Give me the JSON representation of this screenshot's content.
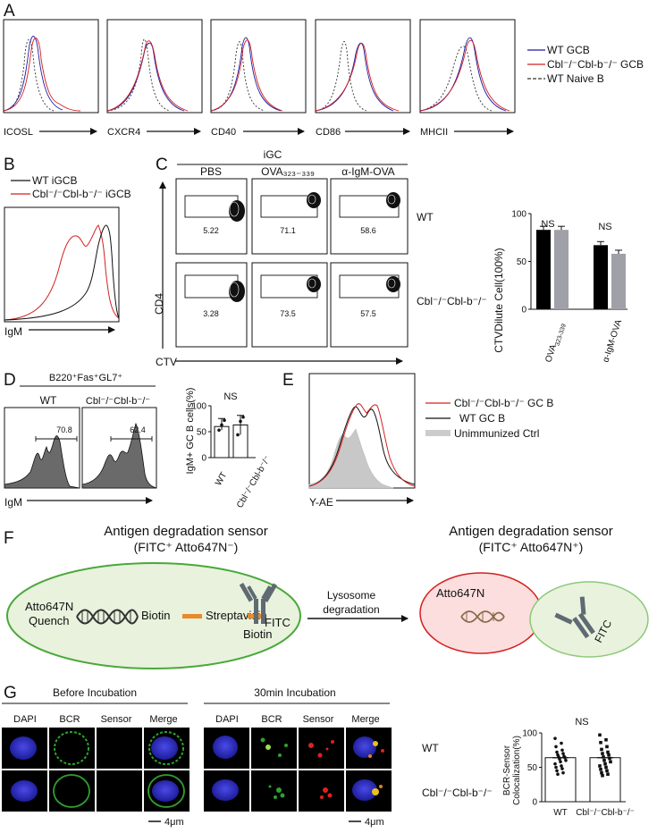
{
  "panel_labels": [
    "A",
    "B",
    "C",
    "D",
    "E",
    "F",
    "G"
  ],
  "panelA": {
    "markers": [
      "ICOSL",
      "CXCR4",
      "CD40",
      "CD86",
      "MHCII"
    ],
    "legend": [
      {
        "label": "WT GCB",
        "color": "#1a1aa6",
        "style": "solid"
      },
      {
        "label": "Cbl⁻/⁻Cbl-b⁻/⁻ GCB",
        "color": "#d42020",
        "style": "solid"
      },
      {
        "label": "WT Naive B",
        "color": "#333333",
        "style": "dashed"
      }
    ]
  },
  "panelB": {
    "legend": [
      {
        "label": "WT iGCB",
        "color": "#111111"
      },
      {
        "label": "Cbl⁻/⁻Cbl-b⁻/⁻ iGCB",
        "color": "#d42020"
      }
    ],
    "xlabel": "IgM"
  },
  "panelC": {
    "group_header": "iGC",
    "columns": [
      "PBS",
      "OVA₃₂₃₋₃₃₉",
      "α-IgM-OVA"
    ],
    "rows": [
      "WT",
      "Cbl⁻/⁻Cbl-b⁻/⁻"
    ],
    "values": [
      [
        "5.22",
        "71.1",
        "58.6"
      ],
      [
        "3.28",
        "73.5",
        "57.5"
      ]
    ],
    "ylabel": "CD4",
    "xlabel": "CTV",
    "bar_ylabel": "CTVDilute Cell(100%)",
    "ns": [
      "NS",
      "NS"
    ]
  },
  "panelD": {
    "gate_title": "B220⁺Fas⁺GL7⁺",
    "columns": [
      "WT",
      "Cbl⁻/⁻Cbl-b⁻/⁻"
    ],
    "values": [
      "70.8",
      "62.4"
    ],
    "xlabel": "IgM",
    "bar_ylabel": "IgM+ GC B cells(%)",
    "bar_xlabels": [
      "WT",
      "Cbl⁻/⁻Cbl-b⁻/⁻"
    ],
    "ns": "NS"
  },
  "panelE": {
    "legend": [
      {
        "label": "Cbl⁻/⁻Cbl-b⁻/⁻ GC B",
        "color": "#d42020"
      },
      {
        "label": "WT GC B",
        "color": "#111111"
      },
      {
        "label": "Unimmunized Ctrl",
        "color": "#bbbbbb"
      }
    ],
    "xlabel": "Y-AE"
  },
  "panelF": {
    "left_title": "Antigen degradation sensor",
    "left_subtitle": "(FITC⁺ Atto647N⁻)",
    "right_title": "Antigen degradation sensor",
    "right_subtitle": "(FITC⁺ Atto647N⁺)",
    "atto_label": "Atto647N",
    "quench_label": "Quench",
    "biotin_label": "Biotin",
    "streptavidin_label": "Streptavidin",
    "biotin2_label": "Biotin",
    "fitc_label": "FITC",
    "process_label_1": "Lysosome",
    "process_label_2": "degradation",
    "atto_right": "Atto647N",
    "fitc_right": "FITC"
  },
  "panelG": {
    "before_title": "Before Incubation",
    "after_title": "30min Incubation",
    "channels": [
      "DAPI",
      "BCR",
      "Sensor",
      "Merge"
    ],
    "rows": [
      "WT",
      "Cbl⁻/⁻Cbl-b⁻/⁻"
    ],
    "scalebar": "4μm",
    "ns": "NS",
    "bar_ylabel_1": "BCR-Sensor",
    "bar_ylabel_2": "Colocalization(%)",
    "bar_xlabels": [
      "WT",
      "Cbl⁻/⁻Cbl-b⁻/⁻"
    ]
  },
  "chart_data": [
    {
      "type": "bar",
      "id": "panel-C-bars",
      "categories": [
        "OVA323-339",
        "α-IgM-OVA"
      ],
      "series": [
        {
          "values": [
            83,
            67
          ],
          "color": "#000000"
        },
        {
          "values": [
            83,
            58
          ],
          "color": "#a0a0a8"
        }
      ],
      "ylabel": "CTVDilute Cell(100%)",
      "ylim": [
        0,
        100
      ],
      "yticks": [
        0,
        50,
        100
      ]
    },
    {
      "type": "bar",
      "id": "panel-D-bars",
      "categories": [
        "WT",
        "Cbl⁻/⁻Cbl-b⁻/⁻"
      ],
      "values": [
        60,
        63
      ],
      "points": [
        [
          53,
          63,
          72
        ],
        [
          44,
          70,
          78
        ]
      ],
      "ylabel": "IgM+ GC B cells(%)",
      "ylim": [
        0,
        100
      ],
      "yticks": [
        0,
        50,
        100
      ]
    },
    {
      "type": "bar",
      "id": "panel-G-bars",
      "categories": [
        "WT",
        "Cbl⁻/⁻Cbl-b⁻/⁻"
      ],
      "values": [
        64,
        64
      ],
      "points": [
        [
          92,
          85,
          80,
          75,
          72,
          70,
          68,
          66,
          65,
          64,
          62,
          60,
          58,
          55,
          52,
          50,
          48,
          45,
          42,
          40
        ],
        [
          97,
          90,
          86,
          80,
          76,
          72,
          70,
          68,
          65,
          63,
          60,
          58,
          55,
          52,
          50,
          47,
          45,
          42,
          40,
          38
        ]
      ],
      "ylabel": "BCR-Sensor Colocalization(%)",
      "ylim": [
        0,
        100
      ],
      "yticks": [
        0,
        50,
        100
      ]
    }
  ]
}
